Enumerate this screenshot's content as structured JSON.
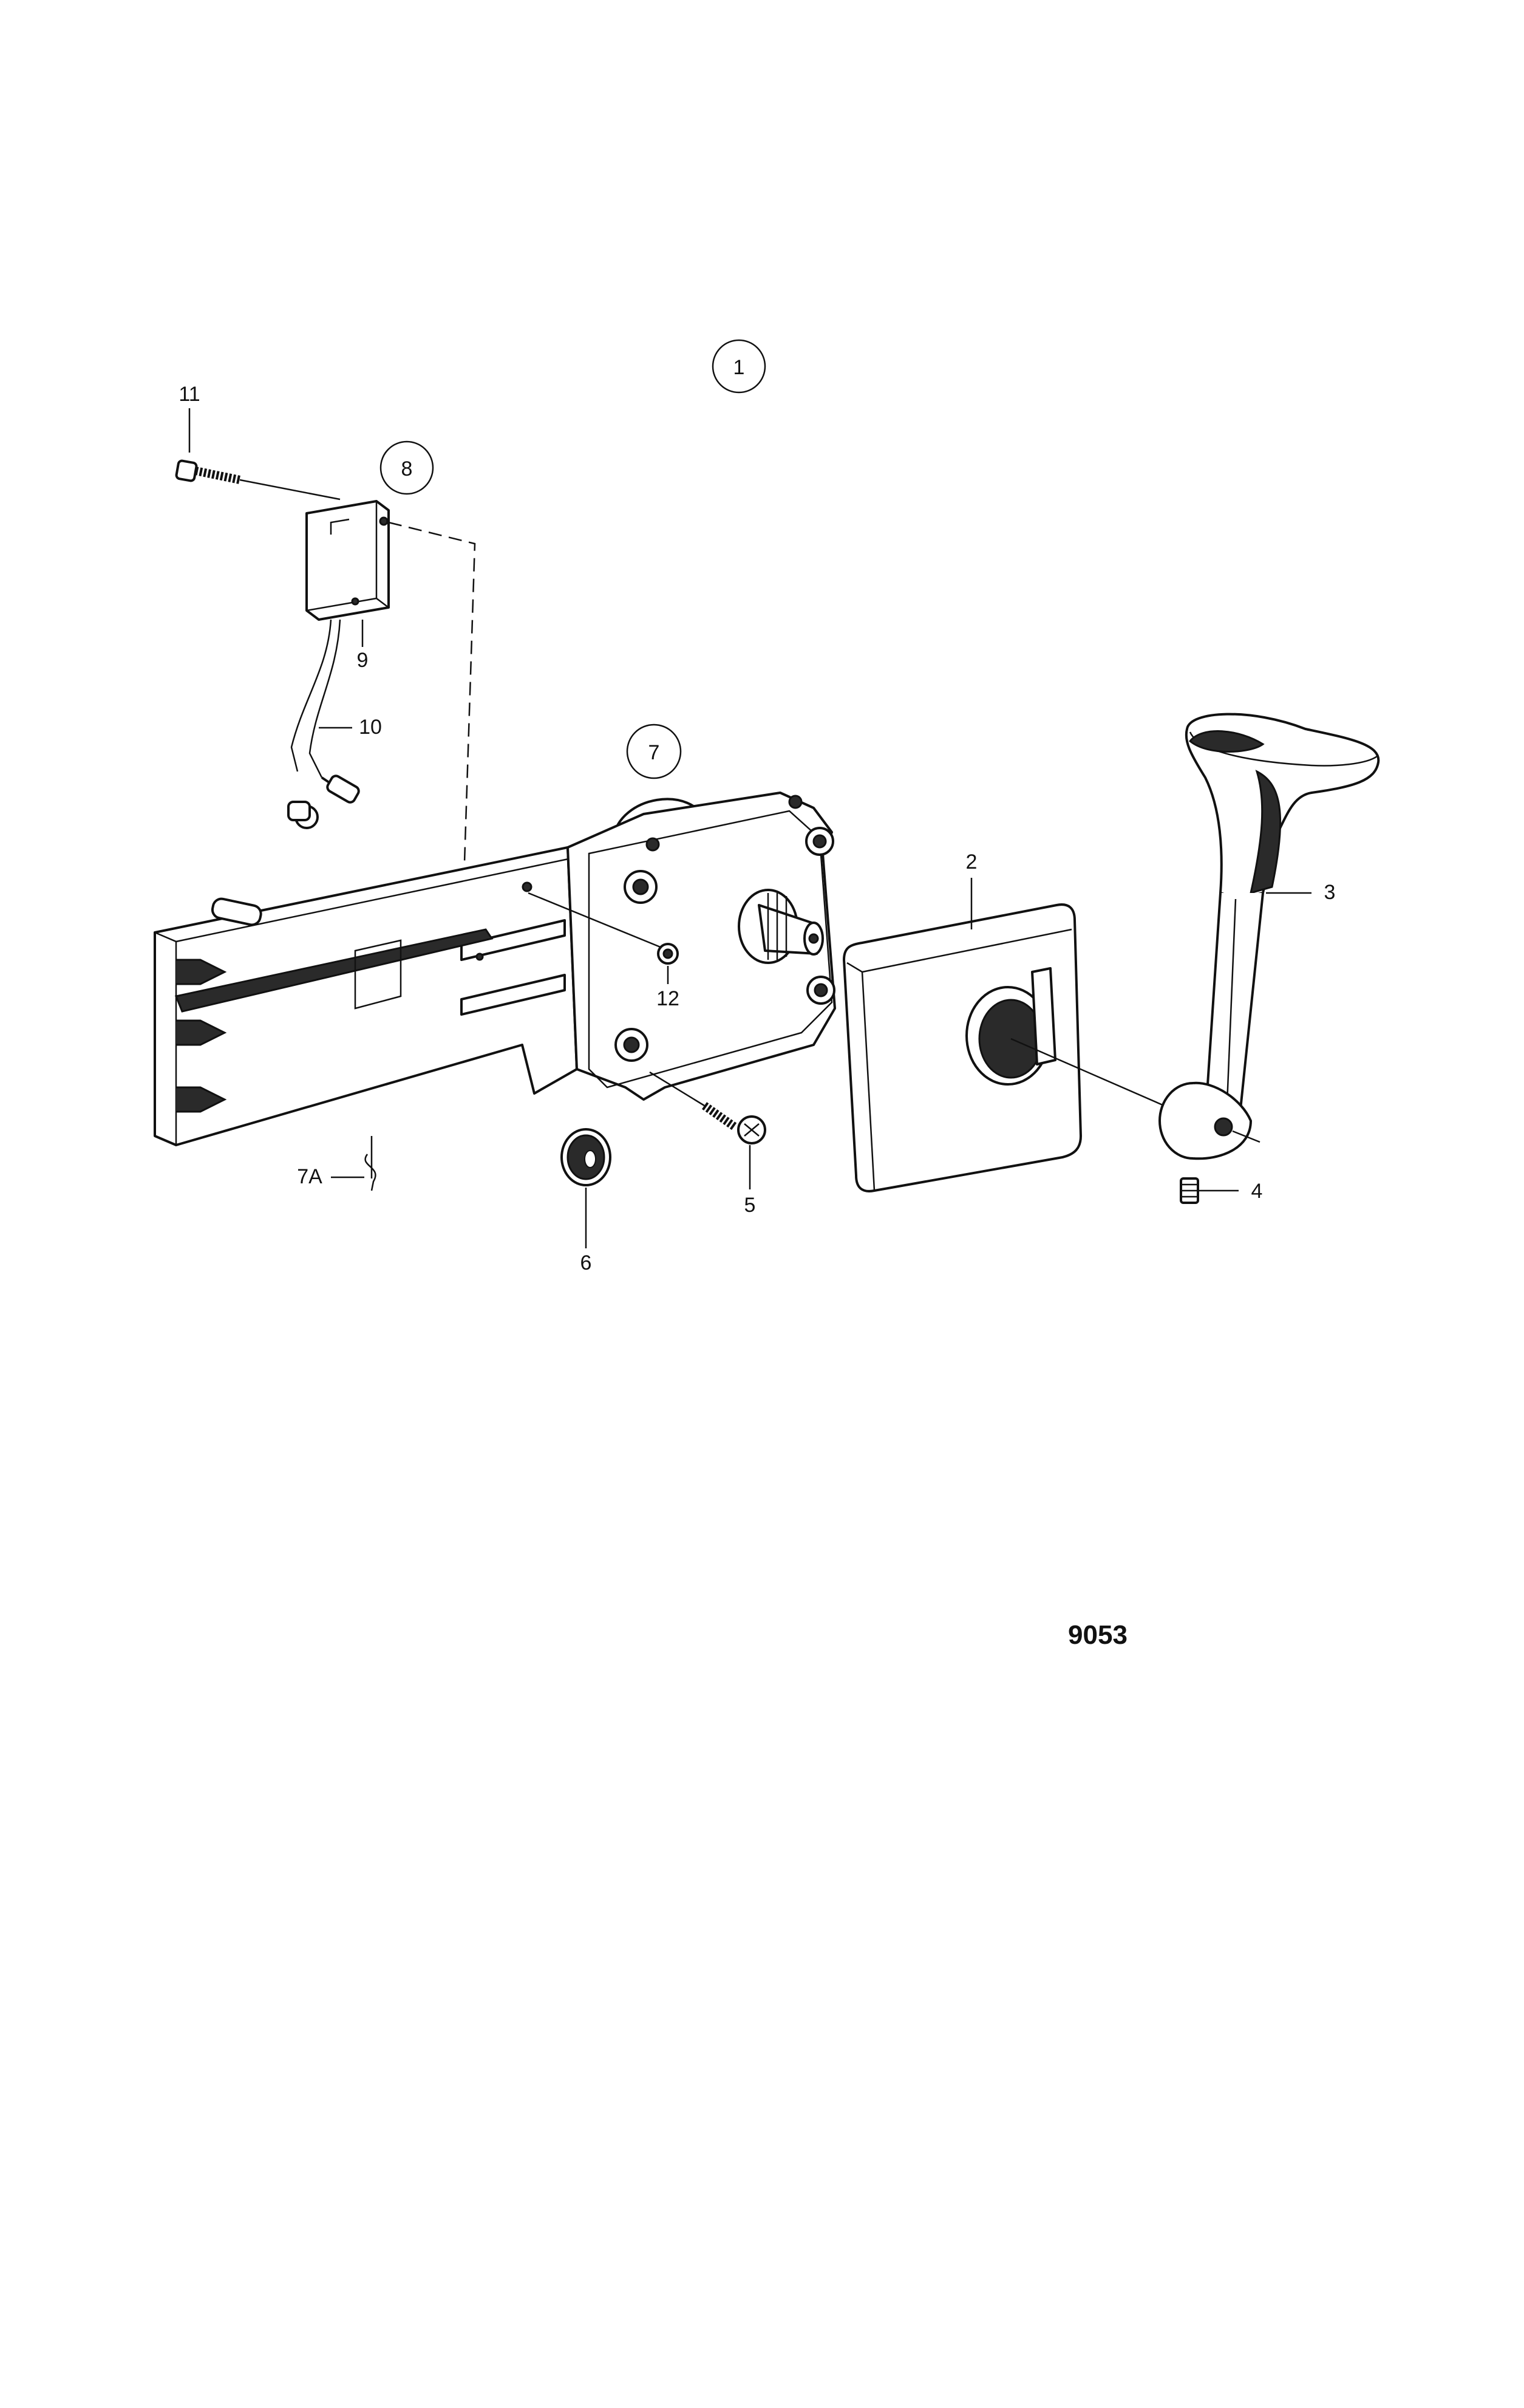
{
  "callouts": {
    "c1": "1",
    "c2": "2",
    "c3": "3",
    "c4": "4",
    "c5": "5",
    "c6": "6",
    "c7": "7",
    "c7a": "7A",
    "c8": "8",
    "c9": "9",
    "c10": "10",
    "c11": "11",
    "c12": "12"
  },
  "drawing_number": "9053"
}
